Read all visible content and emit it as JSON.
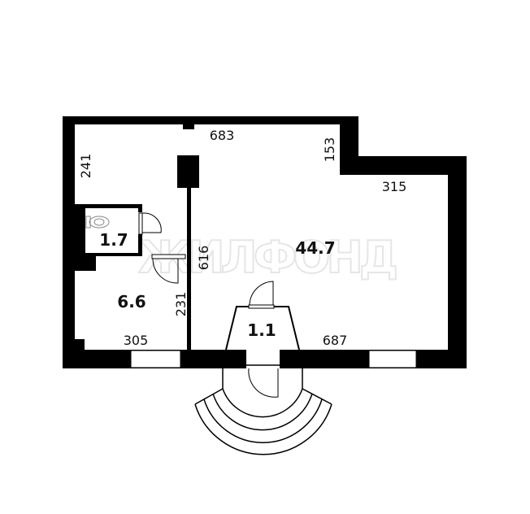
{
  "watermark": "ЖИЛФОНД",
  "rooms": [
    {
      "id": "main",
      "area": "44.7"
    },
    {
      "id": "bathroom",
      "area": "1.7"
    },
    {
      "id": "hall",
      "area": "6.6"
    },
    {
      "id": "vestibule",
      "area": "1.1"
    }
  ],
  "dimensions": {
    "top": "683",
    "step": "153",
    "left_upper": "241",
    "right_upper": "315",
    "partition": "616",
    "hall_side": "231",
    "bottom_left": "305",
    "bottom_right": "687"
  },
  "colors": {
    "wall": "#000000",
    "background": "#ffffff"
  }
}
